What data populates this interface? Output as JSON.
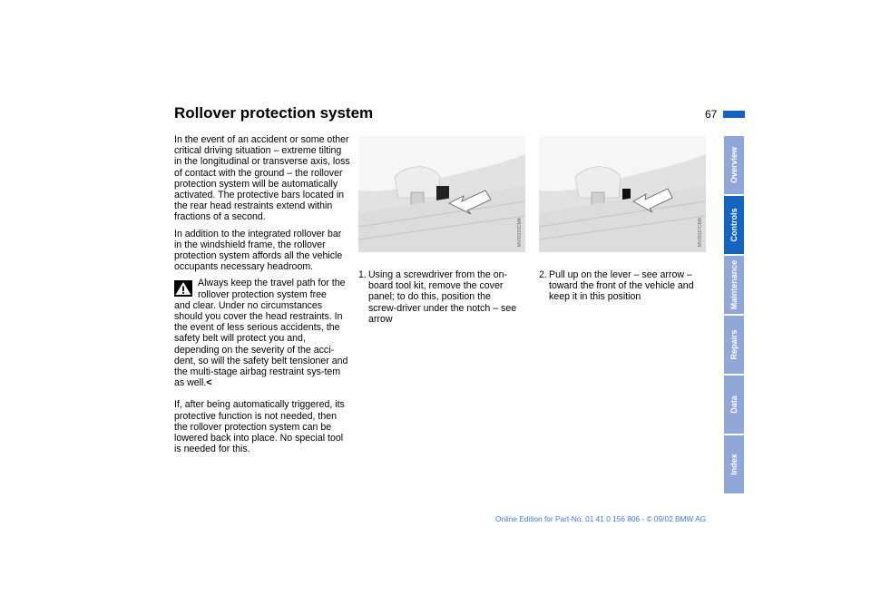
{
  "header": {
    "title": "Rollover protection system",
    "page_number": "67"
  },
  "col1": {
    "para1": "In the event of an accident or some other critical driving situation – extreme tilting in the longitudinal or transverse axis, loss of contact with the ground – the rollover protection system will be automatically activated. The protective bars located in the rear head restraints extend within fractions of a second.",
    "para2": "In addition to the integrated rollover bar in the windshield frame, the rollover protection system affords all the vehicle occupants necessary headroom.",
    "warning_first": "Always keep the travel path for the rollover protection system free",
    "warning_rest": "and clear. Under no circumstances should you cover the head restraints. In the event of less serious accidents, the safety belt will protect you and, depending on the severity of the acci-dent, so will the safety belt tensioner and the multi-stage airbag restraint sys-tem as well.",
    "warning_end": "<",
    "para3": "If, after being automatically triggered, its protective function is not needed, then the rollover protection system can be lowered back into place. No special tool is needed for this."
  },
  "figures": [
    {
      "code": "MV09115CMA"
    },
    {
      "code": "MV09117CMA"
    }
  ],
  "steps": [
    {
      "num": "1.",
      "text": "Using a screwdriver from the on-board tool kit, remove the cover panel; to do this, position the screw-driver under the notch – see arrow"
    },
    {
      "num": "2.",
      "text": "Pull up on the lever – see arrow – toward the front of the vehicle and keep it in this position"
    }
  ],
  "sidebar": {
    "tabs": [
      "Overview",
      "Controls",
      "Maintenance",
      "Repairs",
      "Data",
      "Index"
    ],
    "active": "Controls"
  },
  "footer": {
    "text": "Online Edition for Part-No. 01 41 0 156 806 - © 09/02 BMW AG"
  },
  "colors": {
    "accent": "#1565c0",
    "tab_inactive": "#90a8d8",
    "footer_text": "#3b7bd6"
  }
}
